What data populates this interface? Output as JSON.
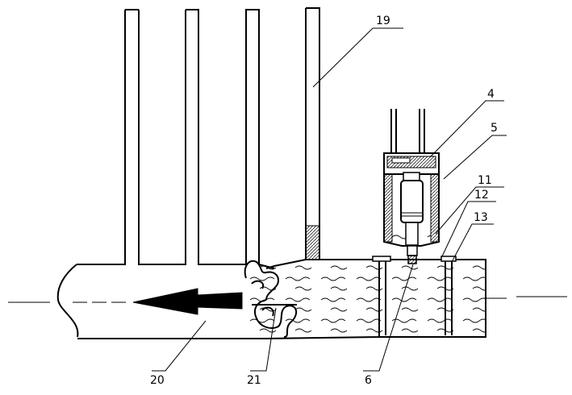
{
  "labels": {
    "l19": "19",
    "l4": "4",
    "l5": "5",
    "l11": "11",
    "l12": "12",
    "l13": "13",
    "l20": "20",
    "l21": "21",
    "l6": "6"
  }
}
